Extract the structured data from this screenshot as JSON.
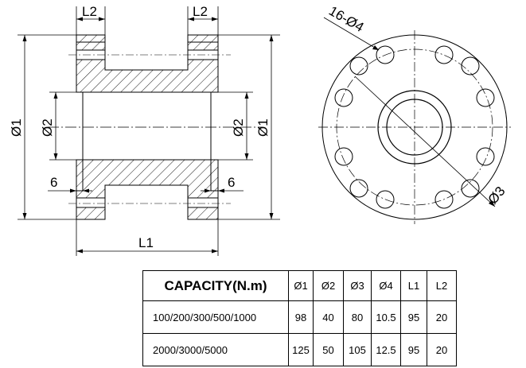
{
  "drawing": {
    "labels": {
      "l2_left": "L2",
      "l2_right": "L2",
      "phi1_left": "Ø1",
      "phi2_left": "Ø2",
      "phi2_right": "Ø2",
      "phi1_right": "Ø1",
      "six_left": "6",
      "six_right": "6",
      "l1": "L1",
      "holes": "16-Ø4",
      "phi3": "Ø3"
    },
    "colors": {
      "line": "#000000",
      "hatch": "#000000",
      "paper": "#ffffff"
    }
  },
  "table": {
    "headers": [
      "CAPACITY(N.m)",
      "Ø1",
      "Ø2",
      "Ø3",
      "Ø4",
      "L1",
      "L2"
    ],
    "rows": [
      [
        "100/200/300/500/1000",
        "98",
        "40",
        "80",
        "10.5",
        "95",
        "20"
      ],
      [
        "2000/3000/5000",
        "125",
        "50",
        "105",
        "12.5",
        "95",
        "20"
      ]
    ]
  }
}
